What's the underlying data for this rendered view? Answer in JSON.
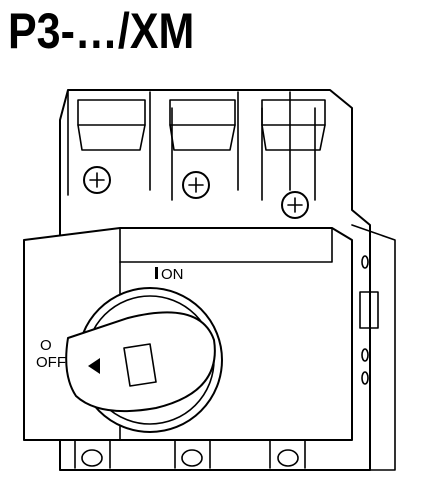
{
  "title": "P3-…/XM",
  "labels": {
    "on": "ON",
    "off": "OFF",
    "off_symbol": "O"
  }
}
